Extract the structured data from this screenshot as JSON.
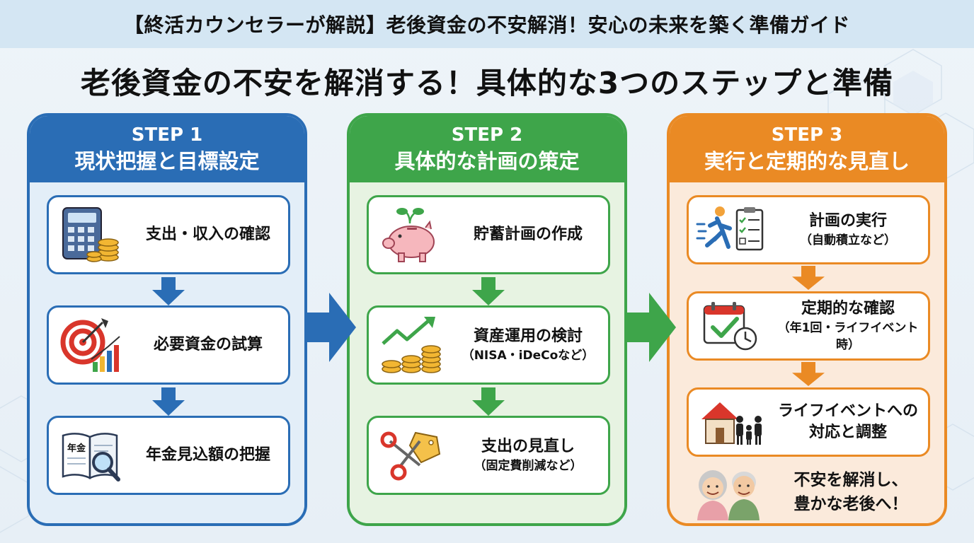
{
  "banner": {
    "text": "【終活カウンセラーが解説】老後資金の不安解消！安心の未来を築く準備ガイド"
  },
  "main_title": "老後資金の不安を解消する！具体的な3つのステップと準備",
  "steps": [
    {
      "step": "STEP 1",
      "title": "現状把握と目標設定",
      "color": "#2a6db5",
      "cards": [
        {
          "line1": "支出・収入の確認",
          "line2": "",
          "icon": "calculator-coins-icon"
        },
        {
          "line1": "必要資金の試算",
          "line2": "",
          "icon": "target-chart-icon"
        },
        {
          "line1": "年金見込額の把握",
          "line2": "",
          "icon": "pension-book-magnifier-icon",
          "icon_text": "年金"
        }
      ]
    },
    {
      "step": "STEP 2",
      "title": "具体的な計画の策定",
      "color": "#3ea54a",
      "cards": [
        {
          "line1": "貯蓄計画の作成",
          "line2": "",
          "icon": "piggy-bank-sprout-icon"
        },
        {
          "line1": "資産運用の検討",
          "line2": "（NISA・iDeCoなど）",
          "icon": "growth-arrow-coins-icon"
        },
        {
          "line1": "支出の見直し",
          "line2": "（固定費削減など）",
          "icon": "scissors-tag-icon"
        }
      ]
    },
    {
      "step": "STEP 3",
      "title": "実行と定期的な見直し",
      "color": "#ea8a24",
      "cards": [
        {
          "line1": "計画の実行",
          "line2": "（自動積立など）",
          "icon": "runner-checklist-icon"
        },
        {
          "line1": "定期的な確認",
          "line2": "（年1回・ライフイベント時）",
          "icon": "calendar-check-clock-icon"
        },
        {
          "line1": "ライフイベントへの",
          "line2": "対応と調整",
          "icon": "house-family-icon"
        }
      ],
      "finale": {
        "line1": "不安を解消し、",
        "line2": "豊かな老後へ！",
        "icon": "elderly-couple-icon"
      }
    }
  ],
  "colors": {
    "blue": "#2a6db5",
    "green": "#3ea54a",
    "orange": "#ea8a24",
    "banner_bg": "#d4e6f3"
  }
}
